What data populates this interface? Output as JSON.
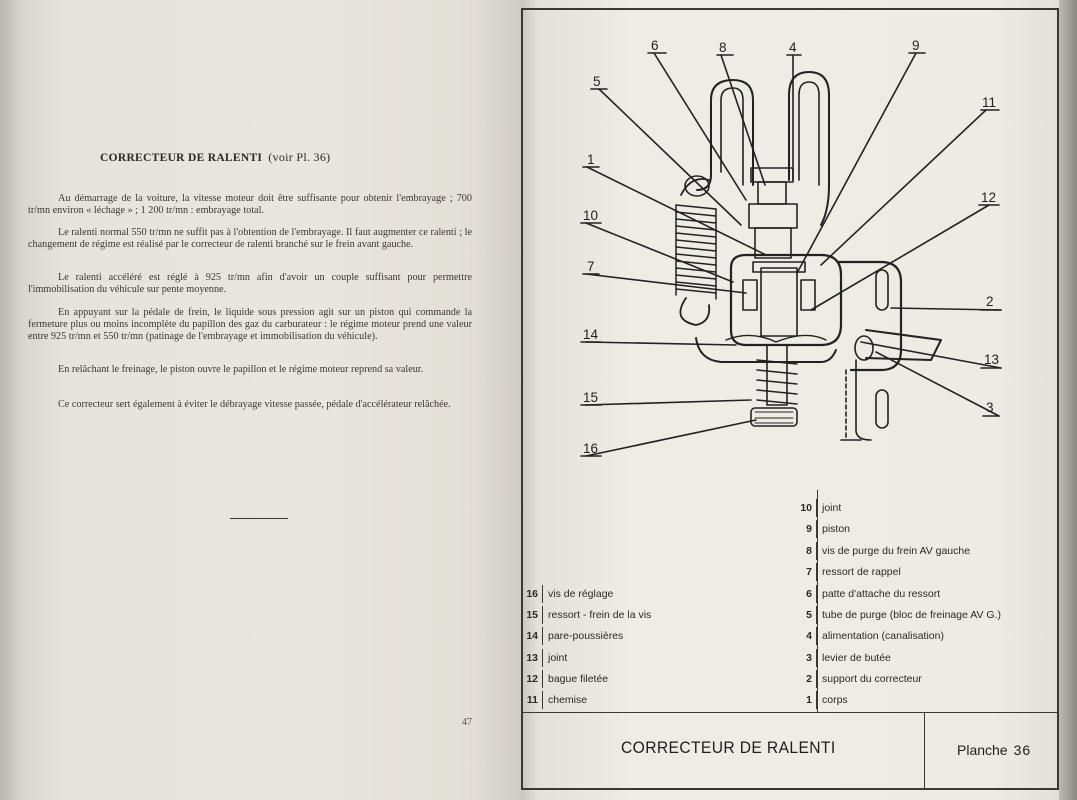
{
  "left_page": {
    "title": "CORRECTEUR DE RALENTI",
    "title_ref": "(voir Pl. 36)",
    "paragraphs": [
      "Au démarrage de la voiture, la vitesse moteur doit être suffisante pour obtenir l'embrayage ; 700 tr/mn environ « léchage » ; 1 200 tr/mn : embrayage total.",
      "Le ralenti normal 550 tr/mn ne suffit pas à l'obtention de l'embrayage. Il faut augmenter ce ralenti ; le changement de régime est réalisé par le correcteur de ralenti branché sur le frein avant gauche.",
      "Le ralenti accéléré est réglé à 925 tr/mn afin d'avoir un couple suffisant pour permettre l'immobilisation du véhicule sur pente moyenne.",
      "En appuyant sur la pédale de frein, le liquide sous pression agit sur un piston qui commande la fermeture plus ou moins incomplète du papillon des gaz du carburateur : le régime moteur prend une valeur entre 925 tr/mn et 550 tr/mn (patinage de l'embrayage et immobilisation du véhicule).",
      "En relâchant le freinage, le piston ouvre le papillon et le régime moteur reprend sa valeur.",
      "Ce correcteur sert également à éviter le débrayage vitesse passée, pédale d'accélérateur relâchée."
    ],
    "page_number": "47"
  },
  "right_page": {
    "callouts": [
      "6",
      "8",
      "4",
      "9",
      "5",
      "11",
      "1",
      "12",
      "10",
      "7",
      "2",
      "14",
      "13",
      "15",
      "3",
      "16"
    ],
    "legend_left": [
      {
        "num": "16",
        "text": "vis de réglage"
      },
      {
        "num": "15",
        "text": "ressort - frein de la vis"
      },
      {
        "num": "14",
        "text": "pare-poussières"
      },
      {
        "num": "13",
        "text": "joint"
      },
      {
        "num": "12",
        "text": "bague filetée"
      },
      {
        "num": "11",
        "text": "chemise"
      }
    ],
    "legend_right": [
      {
        "num": "10",
        "text": "joint"
      },
      {
        "num": "9",
        "text": "piston"
      },
      {
        "num": "8",
        "text": "vis de purge du frein AV gauche"
      },
      {
        "num": "7",
        "text": "ressort de rappel"
      },
      {
        "num": "6",
        "text": "patte d'attache du ressort"
      },
      {
        "num": "5",
        "text": "tube de purge (bloc de freinage AV G.)"
      },
      {
        "num": "4",
        "text": "alimentation (canalisation)"
      },
      {
        "num": "3",
        "text": "levier de butée"
      },
      {
        "num": "2",
        "text": "support du correcteur"
      },
      {
        "num": "1",
        "text": "corps"
      }
    ],
    "caption": "CORRECTEUR DE RALENTI",
    "plate_label": "Planche",
    "plate_number": "36"
  }
}
